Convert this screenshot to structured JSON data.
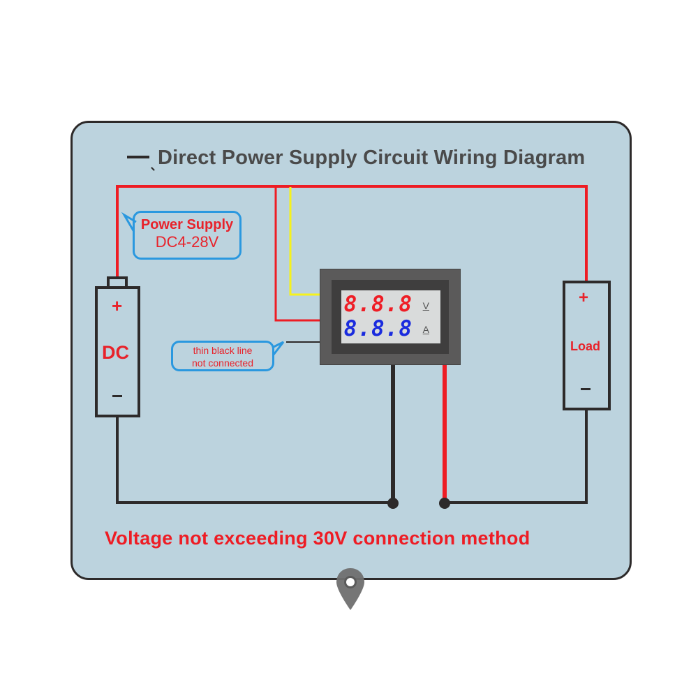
{
  "diagram": {
    "title_prefix": "一、",
    "title": "Direct Power Supply Circuit Wiring Diagram",
    "power_supply_callout": {
      "line1": "Power Supply",
      "line2": "DC4-28V"
    },
    "battery": {
      "label": "DC",
      "plus": "+",
      "minus": "−"
    },
    "load": {
      "label": "Load",
      "plus": "+",
      "minus": "−"
    },
    "meter": {
      "voltage_digits": "8.8.8",
      "voltage_unit": "V",
      "current_digits": "8.8.8",
      "current_unit": "A"
    },
    "thin_line_callout": {
      "line1": "thin black line",
      "line2": "not connected"
    },
    "footer_note": "Voltage not exceeding 30V connection method",
    "wire_colors": {
      "red": "#ee1c24",
      "yellow": "#f6f21c",
      "black": "#2d2a2a"
    },
    "board_color": "#bcd3de",
    "pin_icon": "location-pin-icon"
  }
}
